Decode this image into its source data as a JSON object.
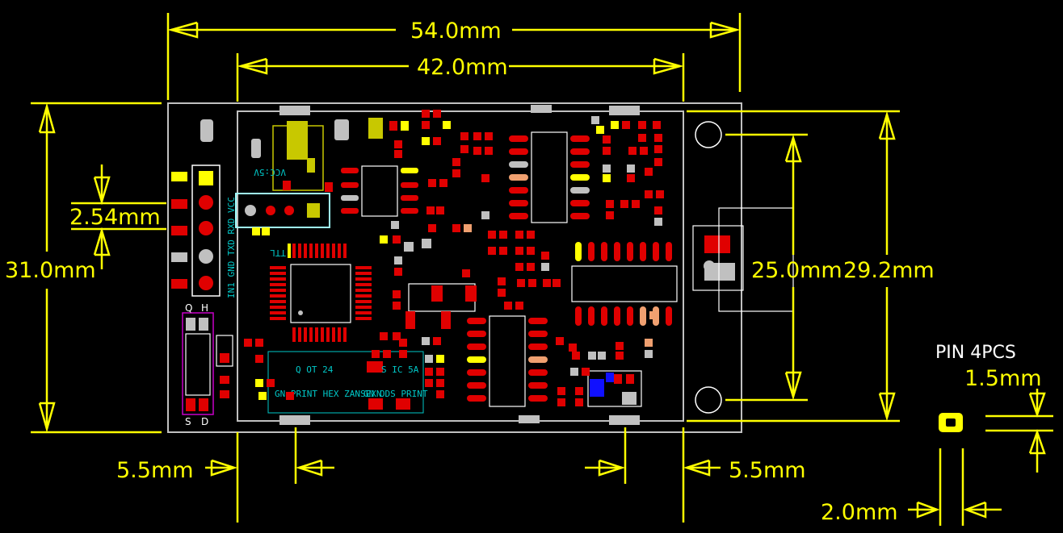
{
  "dimensions": {
    "overall_width": "54.0mm",
    "inner_width": "42.0mm",
    "overall_height": "31.0mm",
    "pin_pitch": "2.54mm",
    "hole_spacing": "25.0mm",
    "inner_height": "29.2mm",
    "left_offset": "5.5mm",
    "right_offset": "5.5mm",
    "pin_note": "PIN 4PCS",
    "pin_height": "1.5mm",
    "pin_width": "2.0mm"
  },
  "silkscreen": {
    "header_labels": "IN1 GND TXD RXD VCC",
    "vcc_label": "VCC:5V",
    "ttl_label": "TTL",
    "switch_top_left": "Q",
    "switch_top_right": "H",
    "switch_bottom_left": "S",
    "switch_bottom_right": "D",
    "bottom_text_1": "GN PRINT HEX ZANSEXN",
    "bottom_text_2": "GN ODS PRINT",
    "bottom_text_3": "Q OT 24",
    "bottom_text_4": "S IC 5A"
  },
  "colors": {
    "background": "#000000",
    "dimension": "#ffff00",
    "pad": "#e00000",
    "board_edge": "#c0c0c0",
    "silkscreen": "#00c8c8"
  }
}
